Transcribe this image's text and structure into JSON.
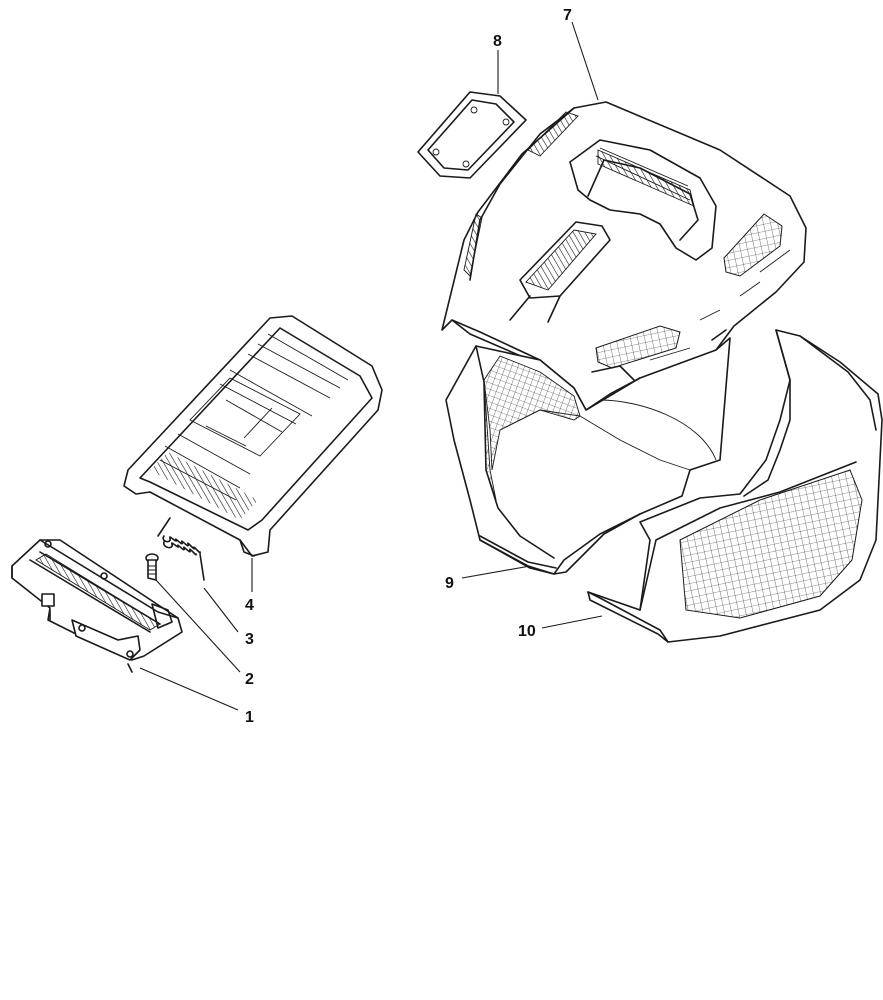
{
  "callouts": [
    {
      "id": "1",
      "label": "1"
    },
    {
      "id": "2",
      "label": "2"
    },
    {
      "id": "3",
      "label": "3"
    },
    {
      "id": "4",
      "label": "4"
    },
    {
      "id": "7",
      "label": "7"
    },
    {
      "id": "8",
      "label": "8"
    },
    {
      "id": "9",
      "label": "9"
    },
    {
      "id": "10",
      "label": "10"
    }
  ],
  "colors": {
    "line": "#1a1a1a",
    "background": "#ffffff"
  }
}
